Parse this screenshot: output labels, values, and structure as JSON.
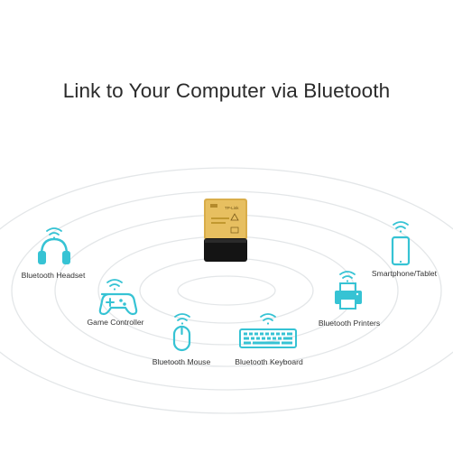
{
  "heading": "Link to Your Computer via Bluetooth",
  "adapter": {
    "brand": "TP-Link"
  },
  "colors": {
    "accent": "#36c3d4",
    "ring": "#e3e6e8",
    "adapter_gold": "#d9ad4a",
    "adapter_body": "#141414"
  },
  "devices": [
    {
      "icon": "headset-icon",
      "label": "Bluetooth Headset"
    },
    {
      "icon": "game-controller-icon",
      "label": "Game Controller"
    },
    {
      "icon": "mouse-icon",
      "label": "Bluetooth Mouse"
    },
    {
      "icon": "keyboard-icon",
      "label": "Bluetooth Keyboard"
    },
    {
      "icon": "printer-icon",
      "label": "Bluetooth Printers"
    },
    {
      "icon": "smartphone-icon",
      "label": "Smartphone/Tablet"
    }
  ]
}
